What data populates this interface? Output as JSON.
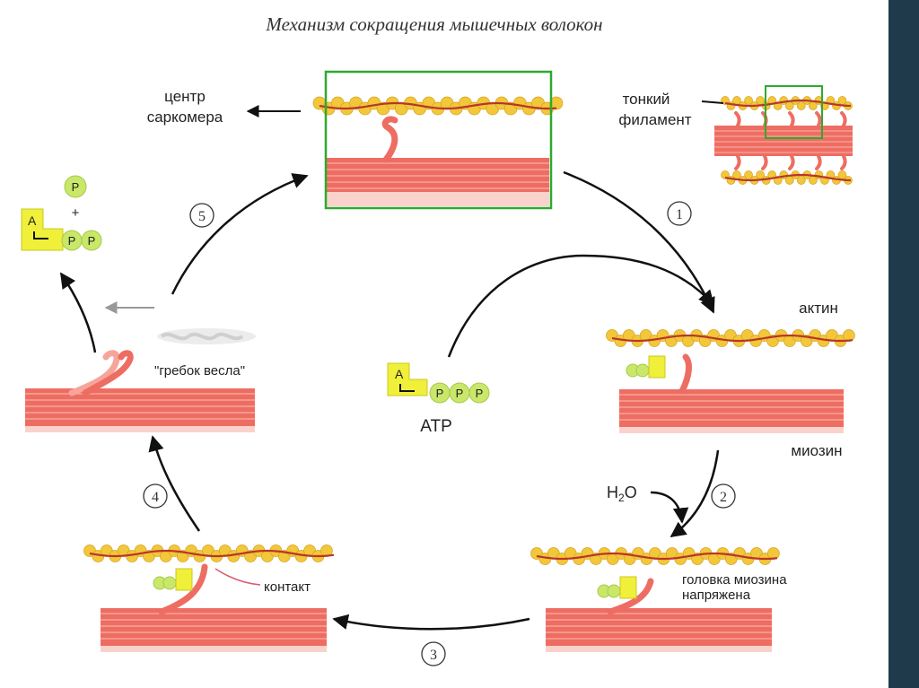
{
  "title": "Механизм сокращения мышечных волокон",
  "labels": {
    "sarcomere_center_1": "центр",
    "sarcomere_center_2": "саркомера",
    "thin_filament_1": "тонкий",
    "thin_filament_2": "филамент",
    "actin": "актин",
    "myosin": "миозин",
    "atp": "ATP",
    "water_h": "H",
    "water_2": "2",
    "water_o": "O",
    "head_tensed_1": "головка миозина",
    "head_tensed_2": "напряжена",
    "contact": "контакт",
    "power_stroke": "\"гребок весла\"",
    "plus": "+",
    "adenosine_letter": "A",
    "phosphate_letter": "P"
  },
  "steps": [
    "1",
    "2",
    "3",
    "4",
    "5"
  ],
  "colors": {
    "actin_bead": "#f2c73a",
    "actin_strand": "#b8362a",
    "myosin": "#ee6d62",
    "myosin_stripe": "#f7a49a",
    "myosin_light": "#f9d2cb",
    "nucleotide": "#f0f03a",
    "phosphate": "#c9e86a",
    "highlight_box": "#2eaa2e",
    "arrow": "#111111",
    "grey_arrow": "#999999"
  },
  "icons": {
    "adenosine": "adenosine-block-icon",
    "phosphate": "phosphate-circle-icon"
  }
}
